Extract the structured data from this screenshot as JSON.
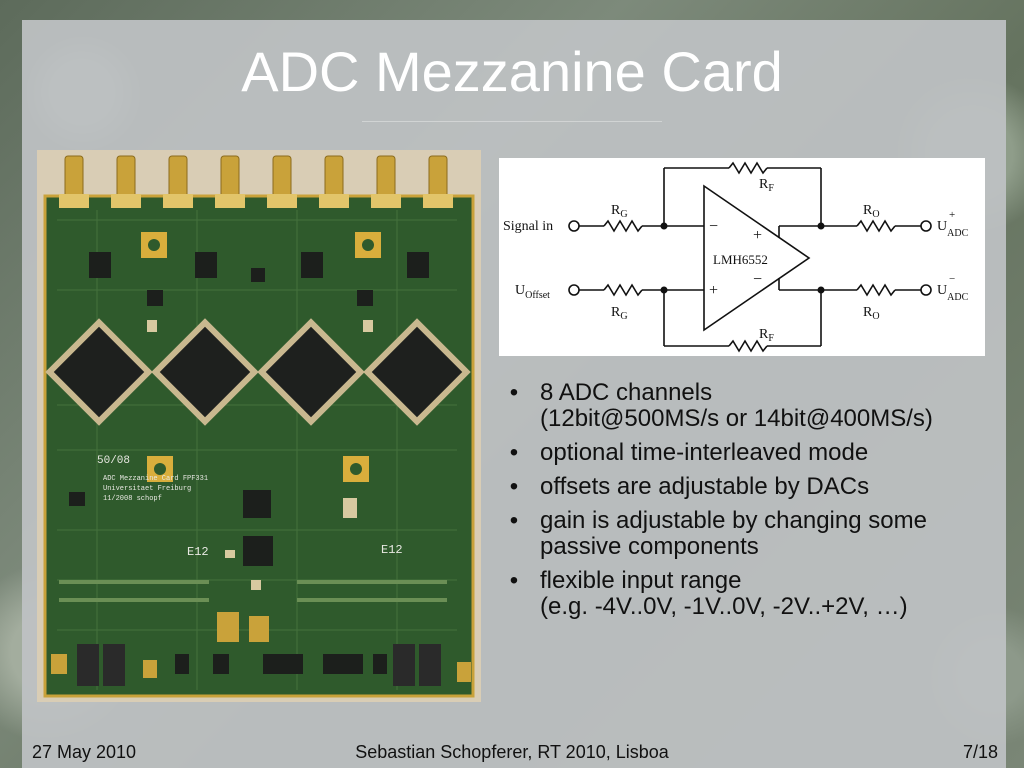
{
  "slide": {
    "title": "ADC Mezzanine Card"
  },
  "circuit": {
    "signal_in": "Signal in",
    "u_offset_main": "U",
    "u_offset_sub": "Offset",
    "rg": "R",
    "rg_sub": "G",
    "rf": "R",
    "rf_sub": "F",
    "ro": "R",
    "ro_sub": "O",
    "opamp": "LMH6552",
    "u_adc": "U",
    "u_adc_sub": "ADC",
    "plus": "+",
    "minus": "−"
  },
  "pcb": {
    "label_1": "50/08",
    "label_2": "ADC Mezzanine Card FPF331",
    "label_3": "Universitaet Freiburg",
    "label_4": "11/2008 schopf",
    "label_5": "E12"
  },
  "bullets": [
    {
      "lines": [
        "8 ADC channels",
        "(12bit@500MS/s or 14bit@400MS/s)"
      ]
    },
    {
      "lines": [
        "optional time-interleaved mode"
      ]
    },
    {
      "lines": [
        "offsets are adjustable by DACs"
      ]
    },
    {
      "lines": [
        "gain is adjustable by changing some",
        "passive components"
      ]
    },
    {
      "lines": [
        "flexible input range",
        "(e.g. -4V..0V, -1V..0V, -2V..+2V, …)"
      ]
    }
  ],
  "bullet_glyph": "•",
  "footer": {
    "date": "27 May 2010",
    "author": "Sebastian Schopferer, RT 2010, Lisboa",
    "page": "7/18"
  },
  "colors": {
    "pcb_green": "#2f5a2c",
    "gold": "#c9a23a"
  }
}
